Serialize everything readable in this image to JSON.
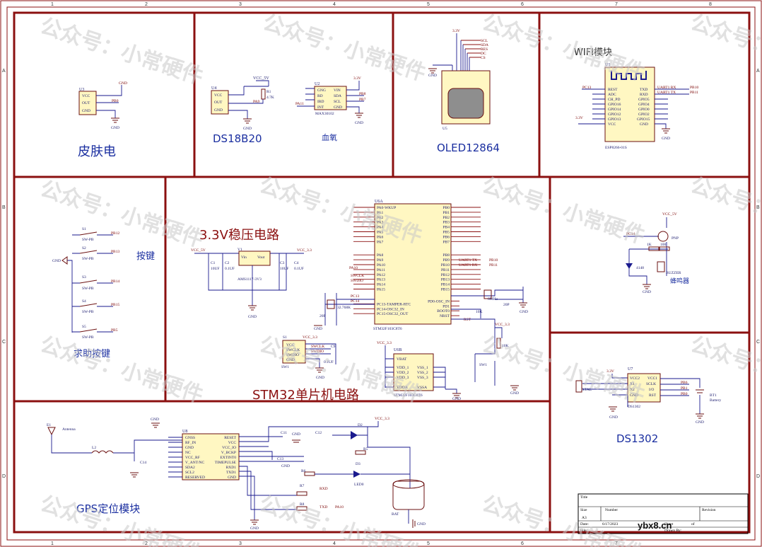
{
  "watermark": "公众号：小常硬件",
  "footer_site": "ybx8.cn",
  "zones": {
    "columns": [
      "1",
      "2",
      "3",
      "4",
      "5",
      "6",
      "7",
      "8"
    ],
    "rows": [
      "A",
      "B",
      "C",
      "D"
    ]
  },
  "sections": {
    "skin": "皮肤电",
    "ds18b20": "DS18B20",
    "spo2": "血氧",
    "oled": "OLED12864",
    "wifi": "WIFI模块",
    "keys": "按键",
    "help_key": "求助按键",
    "ldo": "3.3V稳压电路",
    "mcu": "STM32单片机电路",
    "buzzer": "蜂鸣器",
    "ds1302": "DS1302",
    "gps": "GPS定位模块"
  },
  "parts": {
    "u3": "U3",
    "u4": "U4",
    "u2": "U2",
    "u5": "U5",
    "u1": "U1",
    "u6a": "U6A",
    "u6b": "U6B",
    "u7": "U7",
    "u2_name": "MAX30102",
    "u1_name": "ESP8266-01S",
    "u6_name": "STM32F103C8T6",
    "vreg": "AMS1117-3V3",
    "ds1302_name": "DS1302",
    "bt1": "BT1",
    "bt1_desc": "Battery",
    "buzzer": "BUZZER",
    "antenna": "Antenna",
    "crystal_32k": "32.768K",
    "crystal_8m": "8MHz",
    "bat": "BAT",
    "led": "LED0"
  },
  "power": {
    "vcc5": "VCC_5V",
    "vcc33": "VCC_3.3",
    "v33": "3.3V",
    "gnd": "GND"
  },
  "pins": {
    "skin": [
      "VCC",
      "OUT",
      "GND"
    ],
    "ds18": [
      "VCC",
      "OUT",
      "GND"
    ],
    "max": [
      "GNG",
      "RD",
      "IRD",
      "INT",
      "VIN",
      "SDA",
      "SCL",
      "GND"
    ],
    "wifi_left": [
      "REST",
      "ADC",
      "CH_PD",
      "GPIO16",
      "GPIO14",
      "GPIO12",
      "GPIO13",
      "VCC"
    ],
    "wifi_right": [
      "TXD",
      "RXD",
      "GPIO5",
      "GPIO4",
      "GPIO0",
      "GPIO2",
      "GPIO15",
      "GND"
    ],
    "mcu_left": [
      "PA0-WKUP",
      "PA1",
      "PA2",
      "PA3",
      "PA4",
      "PA5",
      "PA6",
      "PA7",
      "PA8",
      "PA9",
      "PA10",
      "PA11",
      "PA12",
      "PA13",
      "PA14",
      "PA15",
      "PC13-TAMPER-RTC",
      "PC14-OSC32_IN",
      "PC15-OSC32_OUT"
    ],
    "mcu_right": [
      "PB0",
      "PB1",
      "PB2",
      "PB3",
      "PB4",
      "PB5",
      "PB6",
      "PB7",
      "PB8",
      "PB9",
      "PB10",
      "PB11",
      "PB12",
      "PB13",
      "PB14",
      "PB15",
      "PD0-OSC_IN",
      "PD1",
      "BOOT0",
      "NRST"
    ],
    "mcu_power": [
      "VBAT",
      "VDD_1",
      "VDD_2",
      "VDD_3",
      "VDDA",
      "VSS_1",
      "VSS_2",
      "VSS_3",
      "VSSA"
    ],
    "ds1302": [
      "VCC2",
      "X1",
      "X2",
      "GND",
      "VCC1",
      "SCLK",
      "I/O",
      "RST"
    ],
    "gps_left": [
      "GNSS",
      "RF_IN",
      "GND",
      "NC",
      "VCC_RF",
      "V_ANT/NC",
      "SDA2",
      "SCL2",
      "RESERVED"
    ],
    "gps_right": [
      "RESET",
      "VCC",
      "VCC_IO",
      "V_BCKP",
      "EXTINT0",
      "TIMEPULSE",
      "RXD1",
      "TXD1",
      "GND"
    ],
    "swd": [
      "VCC",
      "SWCLK",
      "SWDIO",
      "GND"
    ]
  },
  "nets": {
    "pb0": "PB0",
    "pa9": "PA9",
    "pa11": "PA11",
    "pb8": "PB8",
    "pb7": "PB7",
    "pb12": "PB12",
    "pb13": "PB13",
    "pb14": "PB14",
    "pb15": "PB15",
    "pb5": "PB5",
    "pc14": "PC14",
    "pc13": "PC13",
    "pb10": "PB10",
    "pb11": "PB11",
    "pb6": "PB6",
    "pb1": "PB1",
    "pa10": "PA10",
    "txd": "TXD",
    "rxd": "RXD",
    "uart1_rx": "UART1 RX",
    "uart1_tx": "UART1 TX",
    "swclk": "SWCLK",
    "swdio": "SWDIO",
    "rst": "RST"
  },
  "labels": {
    "sw": "SW-PB",
    "s": [
      "S1",
      "S2",
      "S3",
      "S4",
      "S5"
    ],
    "res_47k": "4.7K",
    "r1": "R1",
    "r10k": "10K",
    "c_10uf": "10UF",
    "c_01uf": "0.1UF",
    "c_20p": "20P",
    "pnp": "PNP",
    "r1k": "1K",
    "r100": "100",
    "d4148": "4148",
    "oled_pins": [
      "SCL",
      "SDA",
      "RES",
      "DC",
      "CS"
    ],
    "sw1": "SW1"
  },
  "title_block": {
    "title": "Title",
    "size": "Size",
    "size_val": "A3",
    "number": "Number",
    "revision": "Revision",
    "date": "Date:",
    "date_val": "6/17/2023",
    "file": "File:",
    "sheet": "Sheet",
    "of": "of",
    "drawn": "Drawn By:"
  }
}
